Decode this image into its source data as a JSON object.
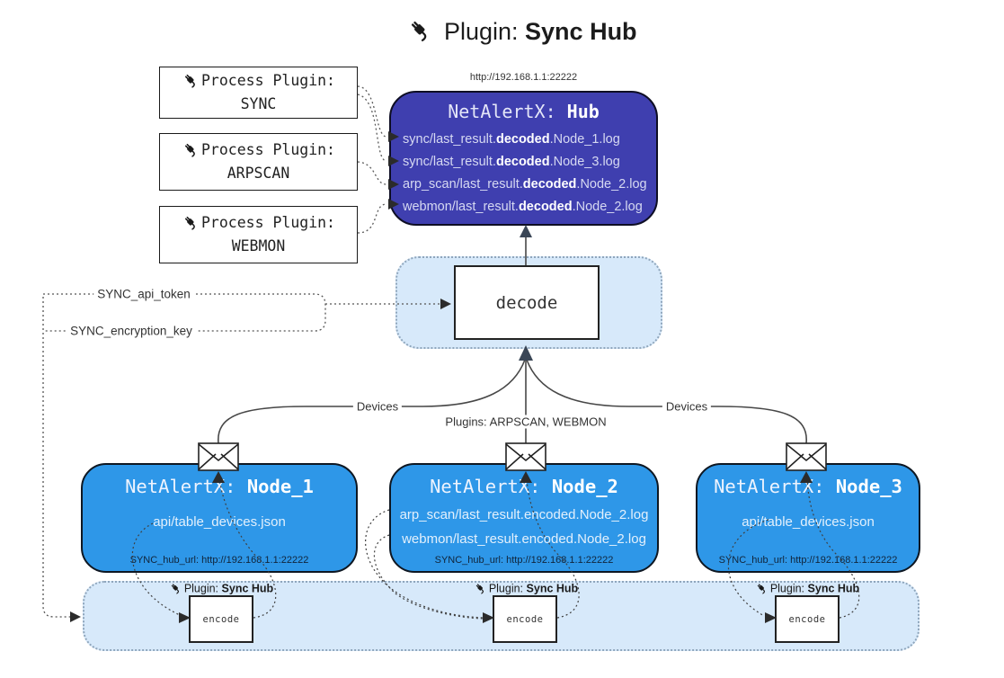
{
  "title": {
    "label": "Plugin:",
    "name": "Sync Hub"
  },
  "process_plugins": [
    {
      "label": "Process Plugin:",
      "name": "SYNC"
    },
    {
      "label": "Process Plugin:",
      "name": "ARPSCAN"
    },
    {
      "label": "Process Plugin:",
      "name": "WEBMON"
    }
  ],
  "hub": {
    "url": "http://192.168.1.1:22222",
    "title_prefix": "NetAlertX:",
    "title_name": "Hub",
    "log_lines": [
      {
        "pre": "sync/last_result.",
        "bold": "decoded",
        "post": ".Node_1.log"
      },
      {
        "pre": "sync/last_result.",
        "bold": "decoded",
        "post": ".Node_3.log"
      },
      {
        "pre": "arp_scan/last_result.",
        "bold": "decoded",
        "post": ".Node_2.log"
      },
      {
        "pre": "webmon/last_result.",
        "bold": "decoded",
        "post": ".Node_2.log"
      }
    ]
  },
  "decode_box": {
    "label": "decode"
  },
  "keys": {
    "api_token": "SYNC_api_token",
    "encryption_key": "SYNC_encryption_key"
  },
  "edge_labels": {
    "devices_left": "Devices",
    "plugins_mid": "Plugins: ARPSCAN, WEBMON",
    "devices_right": "Devices"
  },
  "nodes": [
    {
      "title_prefix": "NetAlertX:",
      "title_name": "Node_1",
      "files": [
        "api/table_devices.json"
      ],
      "hub_url": "SYNC_hub_url: http://192.168.1.1:22222"
    },
    {
      "title_prefix": "NetAlertX:",
      "title_name": "Node_2",
      "files": [
        "arp_scan/last_result.encoded.Node_2.log",
        "webmon/last_result.encoded.Node_2.log"
      ],
      "hub_url": "SYNC_hub_url: http://192.168.1.1:22222"
    },
    {
      "title_prefix": "NetAlertX:",
      "title_name": "Node_3",
      "files": [
        "api/table_devices.json"
      ],
      "hub_url": "SYNC_hub_url: http://192.168.1.1:22222"
    }
  ],
  "encode_section": {
    "groups": [
      {
        "plugin_label": "Plugin:",
        "plugin_name": "Sync Hub",
        "box_label": "encode"
      },
      {
        "plugin_label": "Plugin:",
        "plugin_name": "Sync Hub",
        "box_label": "encode"
      },
      {
        "plugin_label": "Plugin:",
        "plugin_name": "Sync Hub",
        "box_label": "encode"
      }
    ]
  },
  "colors": {
    "hub_fill": "#3F3FAF",
    "node_fill": "#2E97E8",
    "panel_fill": "#D7E9FA",
    "panel_border": "#8FA6BC",
    "edge_line": "#4A4A4A",
    "text_on_dark": "#FFFFFF"
  }
}
